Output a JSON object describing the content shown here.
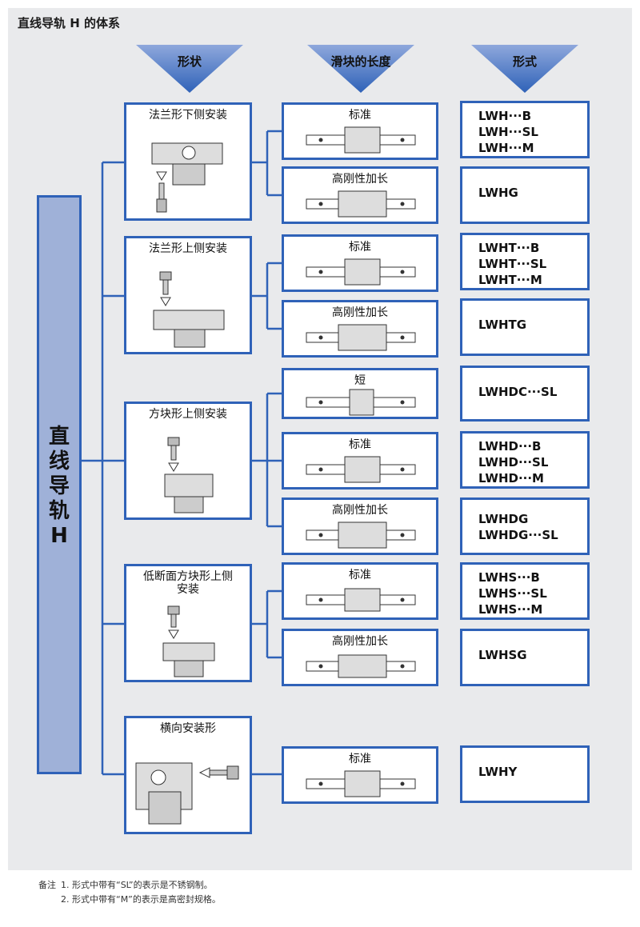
{
  "title": "直线导轨 H 的体系",
  "headers": {
    "shape": "形状",
    "length": "滑块的长度",
    "form": "形式"
  },
  "main_label": "直线导轨\nH",
  "groups": [
    {
      "mounting": "法兰形下侧安装",
      "variants": [
        {
          "length": "标准",
          "models": "LWH···B\nLWH···SL\nLWH···M"
        },
        {
          "length": "高刚性加长",
          "models": "LWHG"
        }
      ]
    },
    {
      "mounting": "法兰形上侧安装",
      "variants": [
        {
          "length": "标准",
          "models": "LWHT···B\nLWHT···SL\nLWHT···M"
        },
        {
          "length": "高刚性加长",
          "models": "LWHTG"
        }
      ]
    },
    {
      "mounting": "方块形上侧安装",
      "variants": [
        {
          "length": "短",
          "models": "LWHDC···SL"
        },
        {
          "length": "标准",
          "models": "LWHD···B\nLWHD···SL\nLWHD···M"
        },
        {
          "length": "高刚性加长",
          "models": "LWHDG\nLWHDG···SL"
        }
      ]
    },
    {
      "mounting": "低断面方块形上侧\n安装",
      "variants": [
        {
          "length": "标准",
          "models": "LWHS···B\nLWHS···SL\nLWHS···M"
        },
        {
          "length": "高刚性加长",
          "models": "LWHSG"
        }
      ]
    },
    {
      "mounting": "横向安装形",
      "variants": [
        {
          "length": "标准",
          "models": "LWHY"
        }
      ]
    }
  ],
  "notes": {
    "label": "备注",
    "items": [
      "1. 形式中带有“SL”的表示是不锈钢制。",
      "2. 形式中带有“M”的表示是高密封规格。"
    ]
  },
  "colors": {
    "border": "#2f62b8",
    "main_fill": "#9fb1d8",
    "panel": "#e9eaec",
    "header": "#5f82c8"
  }
}
